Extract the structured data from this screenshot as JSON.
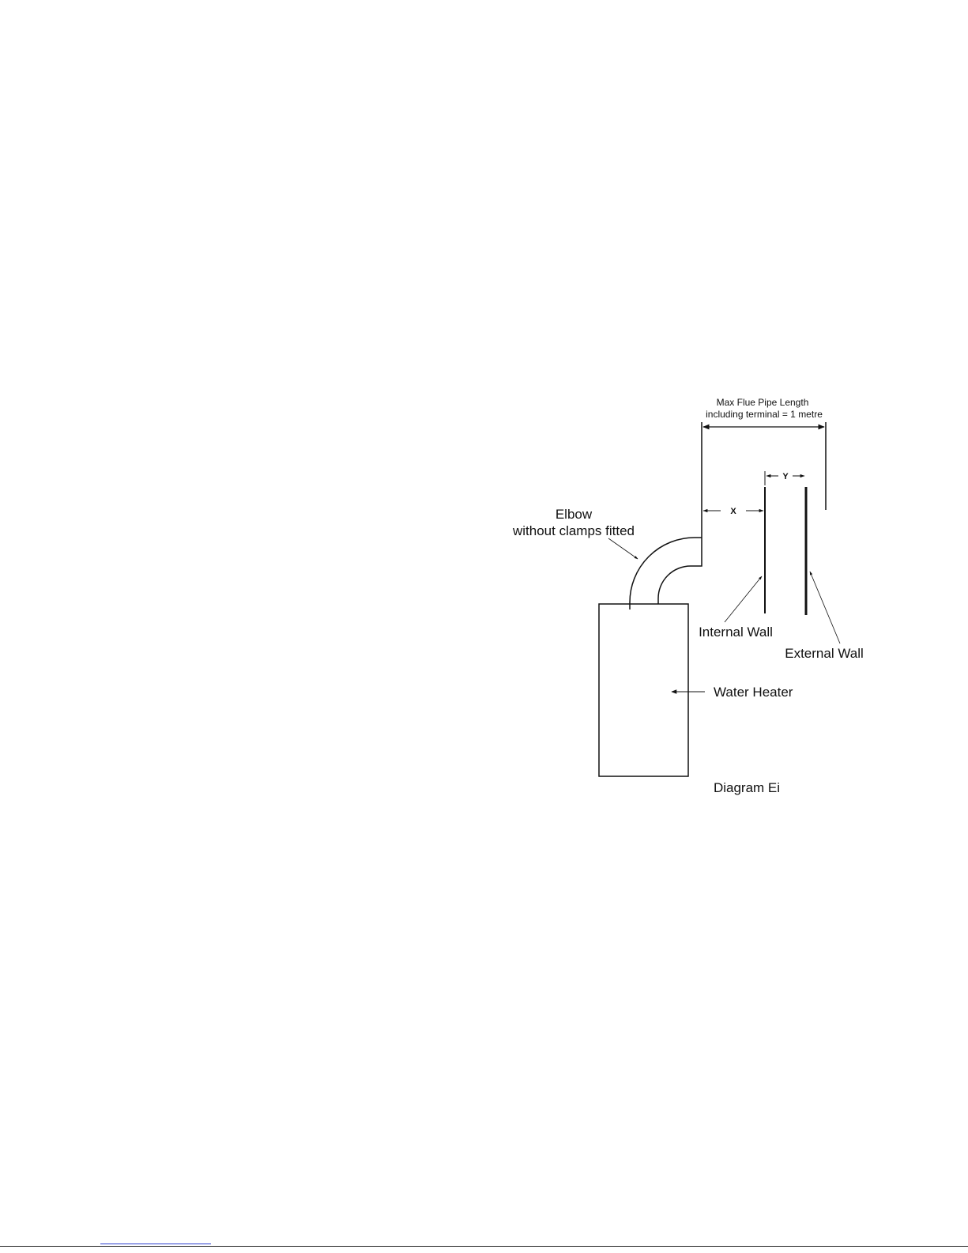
{
  "diagram": {
    "max_length_line1": "Max Flue Pipe Length",
    "max_length_line2": "including terminal = 1 metre",
    "dim_x": "X",
    "dim_y": "Y",
    "elbow_line1": "Elbow",
    "elbow_line2": "without clamps fitted",
    "internal_wall": "Internal Wall",
    "external_wall": "External Wall",
    "water_heater": "Water Heater",
    "caption": "Diagram Ei"
  }
}
